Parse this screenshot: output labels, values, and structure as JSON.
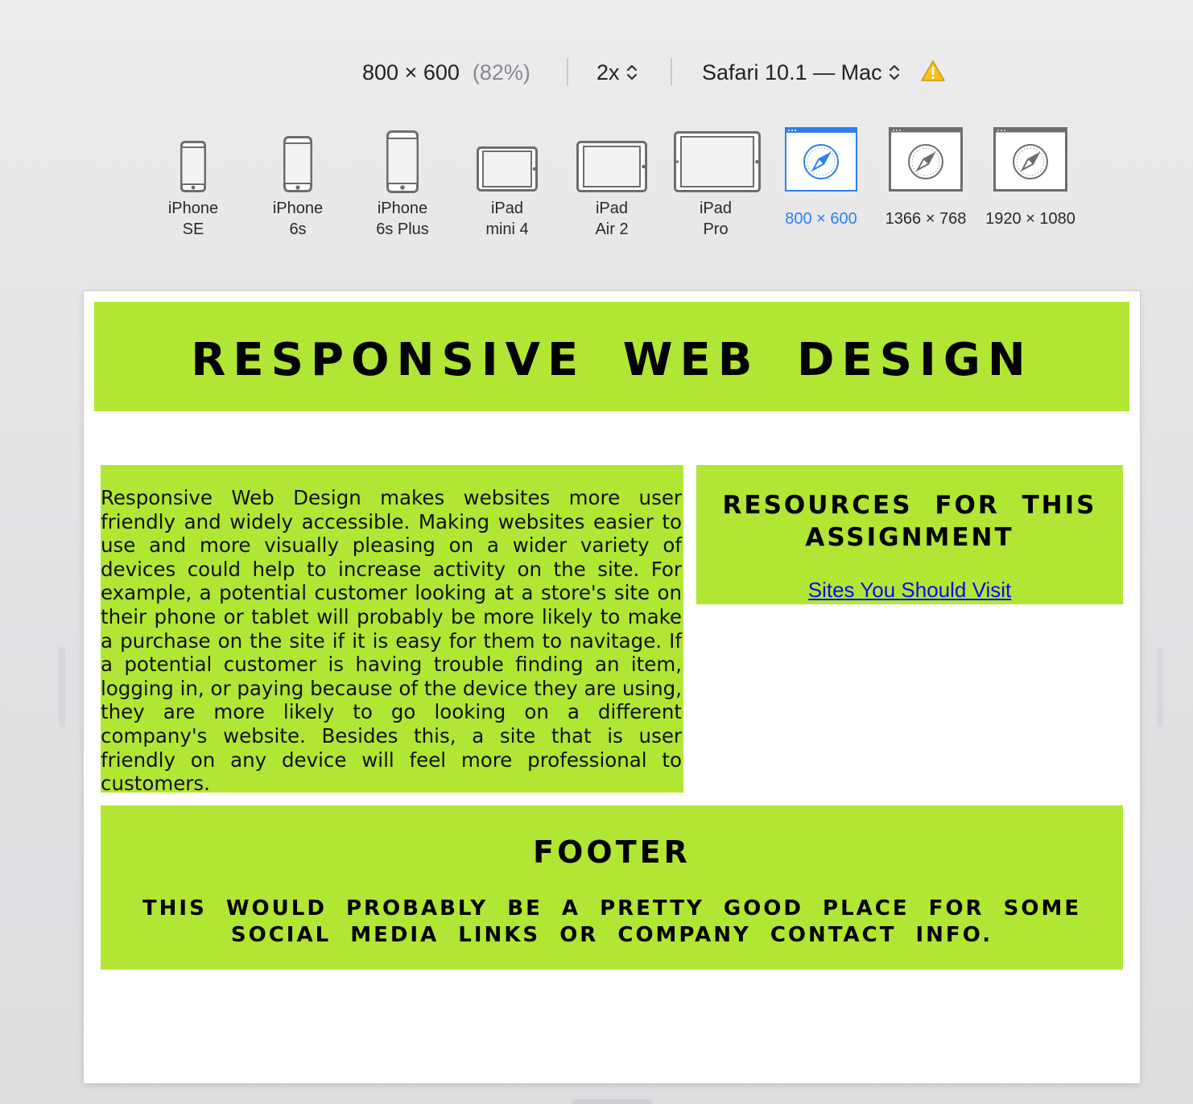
{
  "toolbar": {
    "viewport": "800 × 600",
    "zoom": "(82%)",
    "scale": "2x",
    "browser": "Safari 10.1 — Mac",
    "warning_icon": "warning-triangle-icon",
    "accent_color": "#2f7ff0"
  },
  "devices": [
    {
      "line1": "iPhone",
      "line2": "SE",
      "icon": "phone-icon"
    },
    {
      "line1": "iPhone",
      "line2": "6s",
      "icon": "phone-icon"
    },
    {
      "line1": "iPhone",
      "line2": "6s Plus",
      "icon": "phone-icon"
    },
    {
      "line1": "iPad",
      "line2": "mini 4",
      "icon": "tablet-icon"
    },
    {
      "line1": "iPad",
      "line2": "Air 2",
      "icon": "tablet-icon"
    },
    {
      "line1": "iPad",
      "line2": "Pro",
      "icon": "tablet-icon"
    },
    {
      "line1": "800 × 600",
      "icon": "safari-compass-icon",
      "selected": true
    },
    {
      "line1": "1366 × 768",
      "icon": "safari-compass-icon"
    },
    {
      "line1": "1920 × 1080",
      "icon": "safari-compass-icon"
    }
  ],
  "page": {
    "background_color": "#b1e635",
    "header_title": "Responsive Web Design",
    "article_text": "Responsive Web Design makes websites more user friendly and widely accessible. Making websites easier to use and more visually pleasing on a wider variety of devices could help to increase activity on the site. For example, a potential customer looking at a store's site on their phone or tablet will probably be more likely to make a purchase on the site if it is easy for them to navitage. If a potential customer is having trouble finding an item, logging in, or paying because of the device they are using, they are more likely to go looking on a different company's website. Besides this, a site that is user friendly on any device will feel more professional to customers.",
    "aside_title": "Resources for this assignment",
    "aside_link": "Sites You Should Visit",
    "footer_title": "Footer",
    "footer_text": "This would probably be a pretty good place for some social media links or company contact info."
  }
}
